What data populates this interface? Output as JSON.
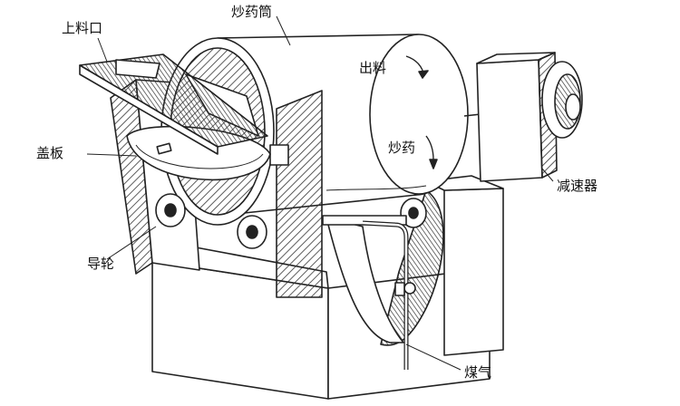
{
  "labels": {
    "feed_inlet": "上料口",
    "drum": "炒药筒",
    "discharge": "出料",
    "stir_fry": "炒药",
    "cover_plate": "盖板",
    "reducer": "减速器",
    "guide_wheel": "导轮",
    "coal_gas": "煤气"
  },
  "colors": {
    "ink": "#222222",
    "paper": "#ffffff",
    "hatch": "#333333"
  }
}
